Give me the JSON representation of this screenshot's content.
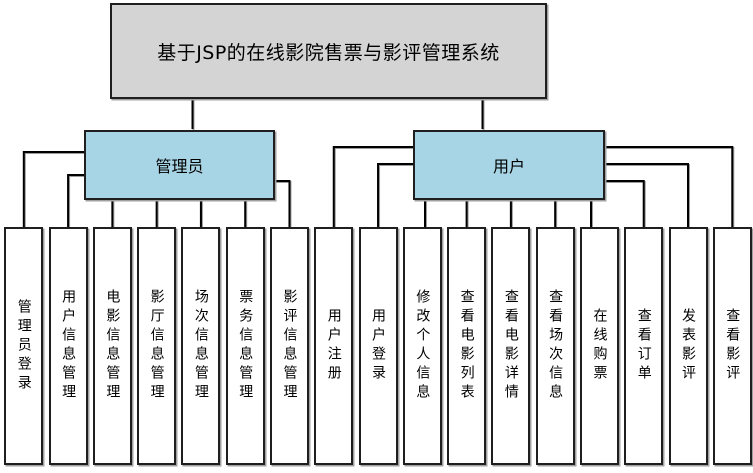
{
  "diagram": {
    "title": "基于JSP的在线影院售票与影评管理系统",
    "branches": [
      {
        "id": "admin",
        "label": "管理员",
        "children": [
          "管理员登录",
          "用户信息管理",
          "电影信息管理",
          "影厅信息管理",
          "场次信息管理",
          "票务信息管理",
          "影评信息管理"
        ]
      },
      {
        "id": "user",
        "label": "用户",
        "children": [
          "用户注册",
          "用户登录",
          "修改个人信息",
          "查看电影列表",
          "查看电影详情",
          "查看场次信息",
          "在线购票",
          "查看订单",
          "发表影评",
          "查看影评"
        ]
      }
    ],
    "colors": {
      "title_fill": "#d4d4d4",
      "branch_fill": "#a8d5e5",
      "leaf_fill": "#ffffff",
      "border": "#1f1f1f",
      "line": "#000000"
    }
  }
}
